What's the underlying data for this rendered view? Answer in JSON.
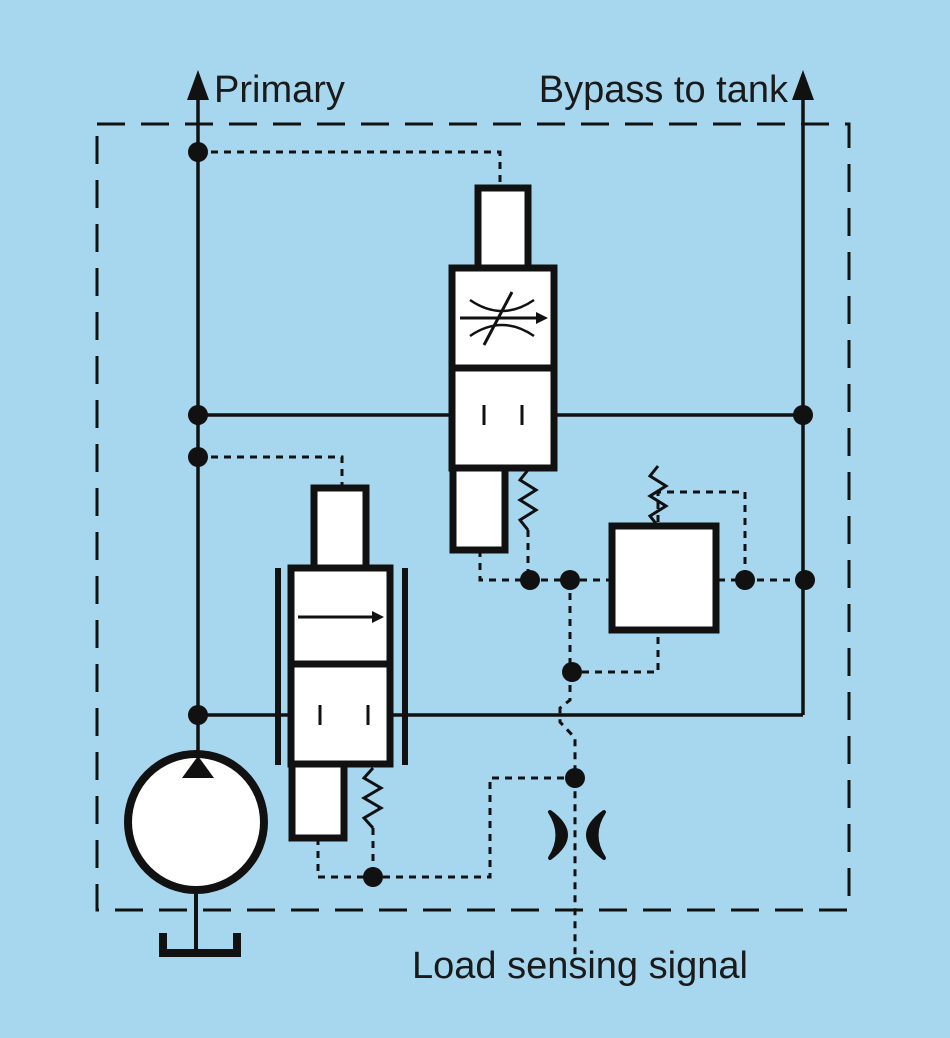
{
  "labels": {
    "primary": "Primary",
    "bypass": "Bypass to tank",
    "load_sensing": "Load sensing signal"
  },
  "colors": {
    "background": "#a7d7ef",
    "line": "#111111",
    "component_fill": "#ffffff"
  },
  "components": [
    {
      "name": "priority-valve",
      "symbol": "variable-flow-valve"
    },
    {
      "name": "flow-valve",
      "symbol": "directional-valve"
    },
    {
      "name": "relief-valve",
      "symbol": "pressure-relief-valve"
    },
    {
      "name": "hydraulic-pump",
      "symbol": "pump"
    },
    {
      "name": "orifice",
      "symbol": "fixed-orifice"
    },
    {
      "name": "tank",
      "symbol": "reservoir"
    }
  ]
}
